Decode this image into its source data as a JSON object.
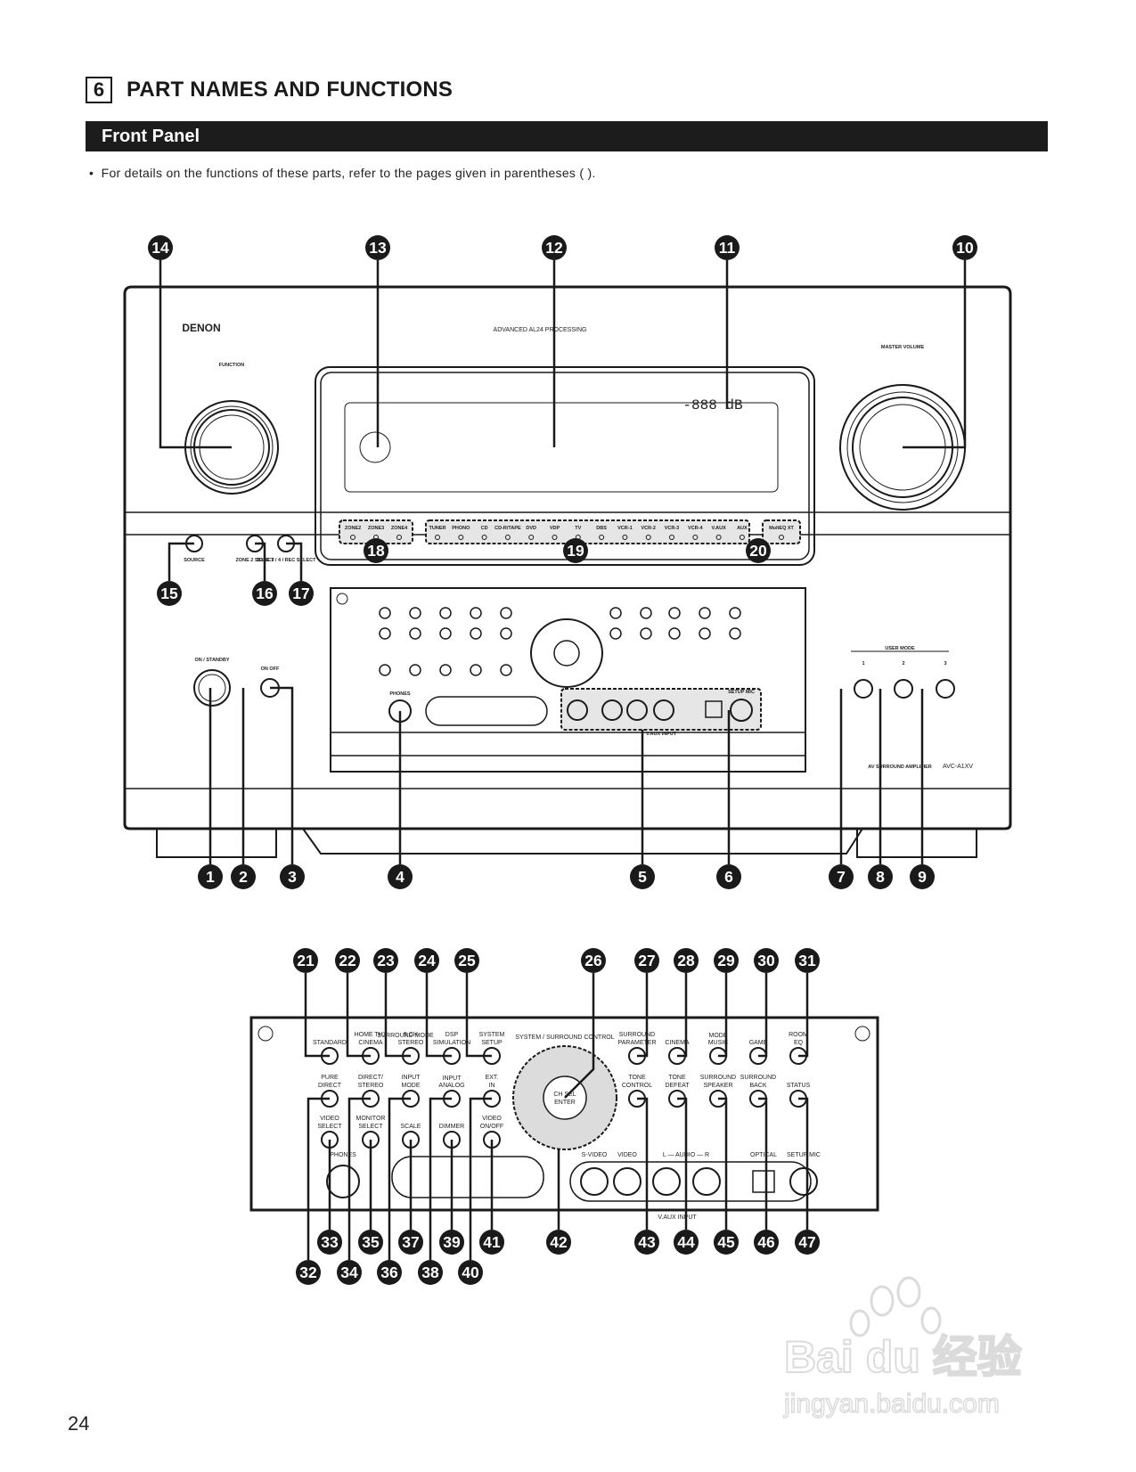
{
  "header": {
    "section_number": "6",
    "section_title": "PART NAMES AND FUNCTIONS",
    "banner_title": "Front Panel",
    "note": "For details on the functions of these parts, refer to the pages given in parentheses (  )."
  },
  "device": {
    "brand": "DENON",
    "processing_badge": "ADVANCED AL24 PROCESSING",
    "function_label": "FUNCTION",
    "master_volume_label": "MASTER VOLUME",
    "display_readout": "-888",
    "display_unit": "dB",
    "zone_indicators": [
      "ZONE2",
      "ZONE3",
      "ZONE4"
    ],
    "source_indicators": [
      "TUNER",
      "PHONO",
      "CD",
      "CD-R/TAPE",
      "DVD",
      "VDP",
      "TV",
      "DBS",
      "VCR-1",
      "VCR-2",
      "VCR-3",
      "VCR-4",
      "V.AUX",
      "AUX"
    ],
    "mode_indicator": "MultEQ XT",
    "left_buttons": [
      "SOURCE",
      "ZONE 2 SELECT",
      "ZONE 3 / 4 / REC SELECT"
    ],
    "power_label": "ON / STANDBY",
    "power_switch_label": "ON  OFF",
    "phones_label": "PHONES",
    "user_mode_label": "USER MODE",
    "user_mode_buttons": [
      "1",
      "2",
      "3"
    ],
    "model_text": "AV SURROUND AMPLIFIER",
    "model_number": "AVC-A1XV",
    "setup_mic_label": "SETUP MIC",
    "vaux_input_label": "V.AUX INPUT",
    "vaux_jacks": [
      "S-VIDEO",
      "VIDEO",
      "L — AUDIO — R",
      "OPTICAL"
    ]
  },
  "sub_panel": {
    "group_labels": {
      "surround_mode": "SURROUND MODE",
      "input": "INPUT",
      "mode": "MODE",
      "system_control": "SYSTEM / SURROUND CONTROL",
      "enter": "CH SEL ENTER"
    },
    "row1": [
      "STANDARD",
      "HOME THX CINEMA",
      "9 CH STEREO",
      "DSP SIMULATION",
      "SYSTEM SETUP",
      "SURROUND PARAMETER",
      "CINEMA",
      "MUSIC",
      "GAME",
      "ROOM EQ"
    ],
    "row2": [
      "PURE DIRECT",
      "DIRECT/ STEREO",
      "INPUT MODE",
      "ANALOG",
      "EXT. IN",
      "TONE CONTROL",
      "TONE DEFEAT",
      "SURROUND SPEAKER",
      "SURROUND BACK",
      "STATUS"
    ],
    "row3": [
      "VIDEO SELECT",
      "MONITOR SELECT",
      "SCALE",
      "DIMMER",
      "VIDEO ON/OFF"
    ]
  },
  "callouts_top": [
    "14",
    "13",
    "12",
    "11",
    "10"
  ],
  "callouts_mid": [
    "15",
    "16",
    "17",
    "18",
    "19",
    "20"
  ],
  "callouts_bottom_main": [
    "1",
    "2",
    "3",
    "4",
    "5",
    "6",
    "7",
    "8",
    "9"
  ],
  "callouts_detail_top": [
    "21",
    "22",
    "23",
    "24",
    "25",
    "26",
    "27",
    "28",
    "29",
    "30",
    "31"
  ],
  "callouts_detail_bottom_row1": [
    "33",
    "35",
    "37",
    "39",
    "41",
    "42",
    "43",
    "44",
    "45",
    "46",
    "47"
  ],
  "callouts_detail_bottom_row2": [
    "32",
    "34",
    "36",
    "38",
    "40"
  ],
  "page_number": "24",
  "watermark": {
    "brand": "Bai du 经验",
    "url": "jingyan.baidu.com"
  }
}
